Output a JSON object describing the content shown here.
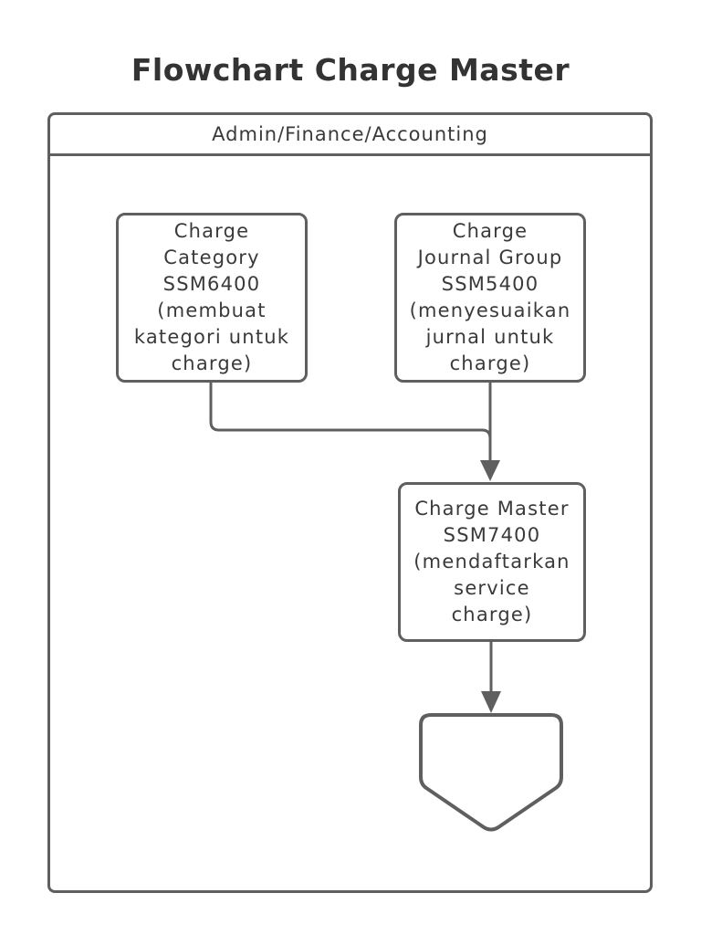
{
  "title": "Flowchart Charge Master",
  "lane": {
    "label": "Admin/Finance/Accounting"
  },
  "nodes": [
    {
      "id": "charge-category",
      "shape": "rounded-rectangle",
      "text": "Charge\nCategory\nSSM6400\n(membuat\nkategori untuk\ncharge)"
    },
    {
      "id": "charge-journal-group",
      "shape": "rounded-rectangle",
      "text": "Charge\nJournal Group\nSSM5400\n(menyesuaikan\njurnal untuk\ncharge)"
    },
    {
      "id": "charge-master",
      "shape": "rounded-rectangle",
      "text": "Charge Master\nSSM7400\n(mendaftarkan\nservice\ncharge)"
    },
    {
      "id": "offpage-connector",
      "shape": "offpage-connector",
      "text": ""
    }
  ],
  "edges": [
    {
      "from": "charge-category",
      "to": "charge-master",
      "type": "elbow-merge",
      "arrowhead": false
    },
    {
      "from": "charge-journal-group",
      "to": "charge-master",
      "type": "straight",
      "arrowhead": true
    },
    {
      "from": "charge-master",
      "to": "offpage-connector",
      "type": "straight",
      "arrowhead": true
    }
  ],
  "colors": {
    "line": "#5f5f5f",
    "text": "#3a3a3a",
    "title_text": "#333333",
    "background": "#ffffff"
  }
}
